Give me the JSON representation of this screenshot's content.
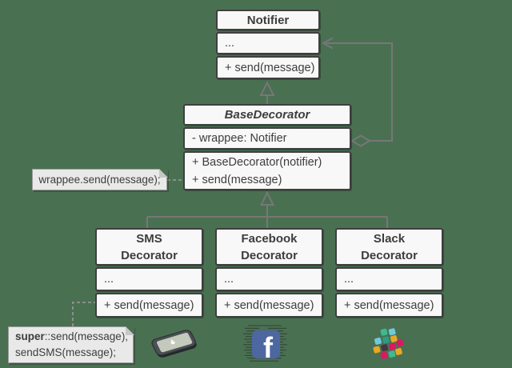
{
  "diagram": {
    "kind": "uml-class-diagram",
    "pattern": "Decorator"
  },
  "colors": {
    "background": "#4a7052",
    "box_fill": "#f8f8f8",
    "box_border": "#3f3f3f",
    "connector": "#777777",
    "note_fill": "#e9e9e9",
    "note_border": "#9b9b9b",
    "text": "#3d3d3d",
    "facebook_blue": "#4d67a1",
    "slack_palette": [
      "#6ecadc",
      "#3eb991",
      "#e9a820",
      "#e01563",
      "#443642"
    ]
  },
  "classes": {
    "notifier": {
      "title": "Notifier",
      "fields": [
        "..."
      ],
      "methods": [
        "+ send(message)"
      ]
    },
    "base_decorator": {
      "title": "BaseDecorator",
      "fields": [
        "- wrappee: Notifier"
      ],
      "methods": [
        "+ BaseDecorator(notifier)",
        "+ send(message)"
      ]
    },
    "sms_decorator": {
      "title_lines": [
        "SMS",
        "Decorator"
      ],
      "fields": [
        "..."
      ],
      "methods": [
        "+ send(message)"
      ]
    },
    "facebook_decorator": {
      "title_lines": [
        "Facebook",
        "Decorator"
      ],
      "fields": [
        "..."
      ],
      "methods": [
        "+ send(message)"
      ]
    },
    "slack_decorator": {
      "title_lines": [
        "Slack",
        "Decorator"
      ],
      "fields": [
        "..."
      ],
      "methods": [
        "+ send(message)"
      ]
    }
  },
  "notes": {
    "wrappee": {
      "text": "wrappee.send(message);"
    },
    "super_call": {
      "line1_keyword": "super",
      "line1_rest": "::send(message);",
      "line2": "sendSMS(message);"
    }
  },
  "relations": {
    "aggregation": "BaseDecorator ◇— wrappee → Notifier",
    "inheritance_base": "BaseDecorator —▷ Notifier",
    "inheritance_children": "SMS/Facebook/Slack Decorator —▷ BaseDecorator"
  },
  "icons": [
    "phone-icon",
    "facebook-icon",
    "slack-icon"
  ]
}
